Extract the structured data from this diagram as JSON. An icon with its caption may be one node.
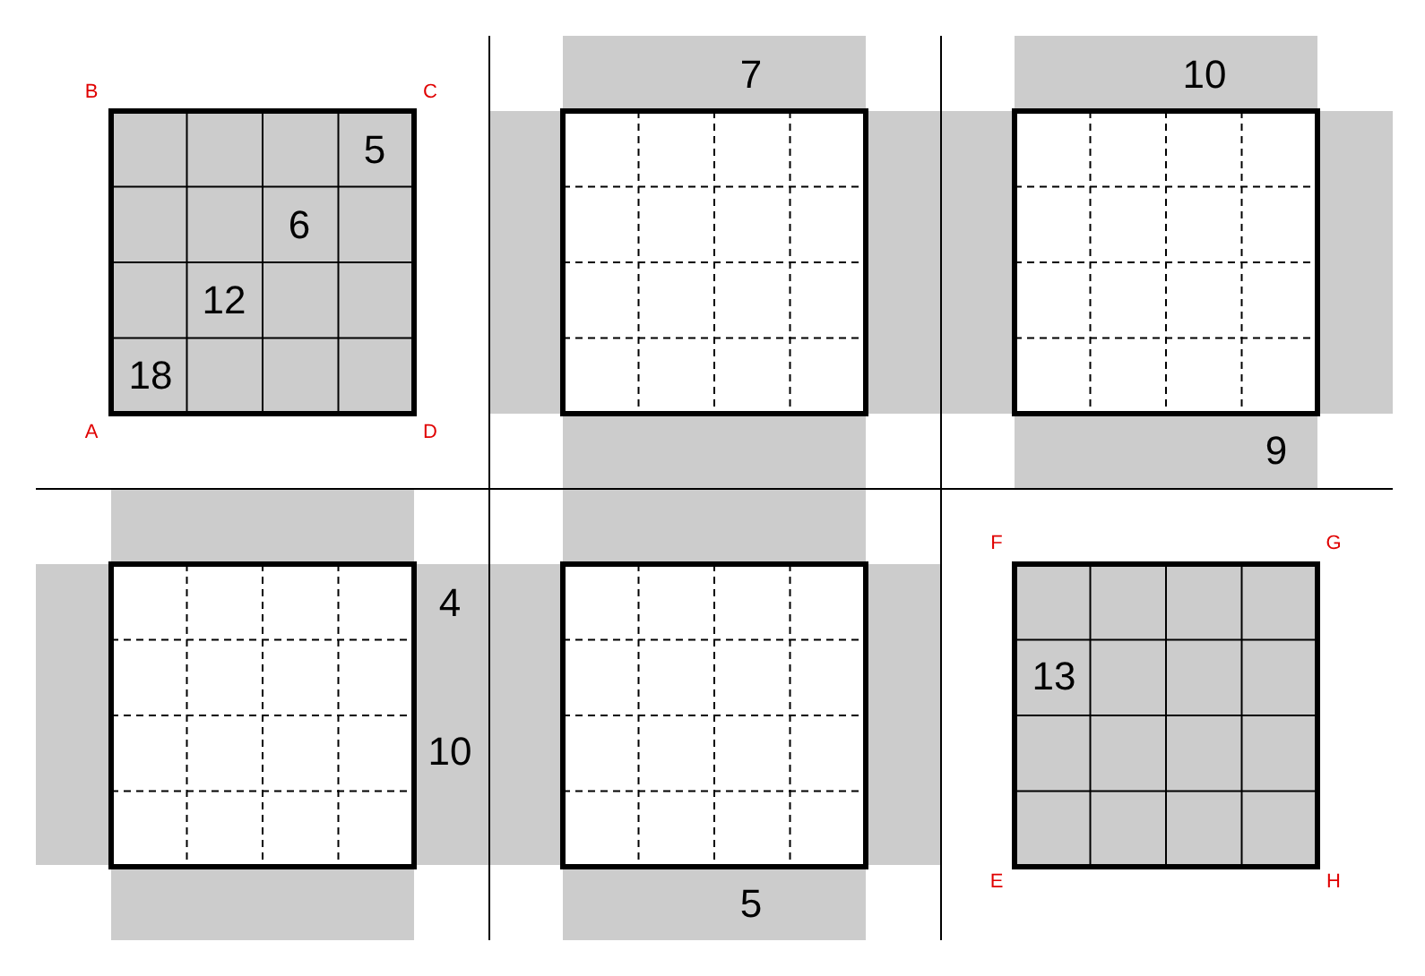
{
  "diagram": {
    "labels": [
      "7",
      "10",
      "B",
      "C",
      "5",
      "6",
      "12",
      "18",
      "A",
      "D",
      "9",
      "F",
      "G",
      "4",
      "13",
      "10",
      "E",
      "H",
      "5"
    ]
  }
}
